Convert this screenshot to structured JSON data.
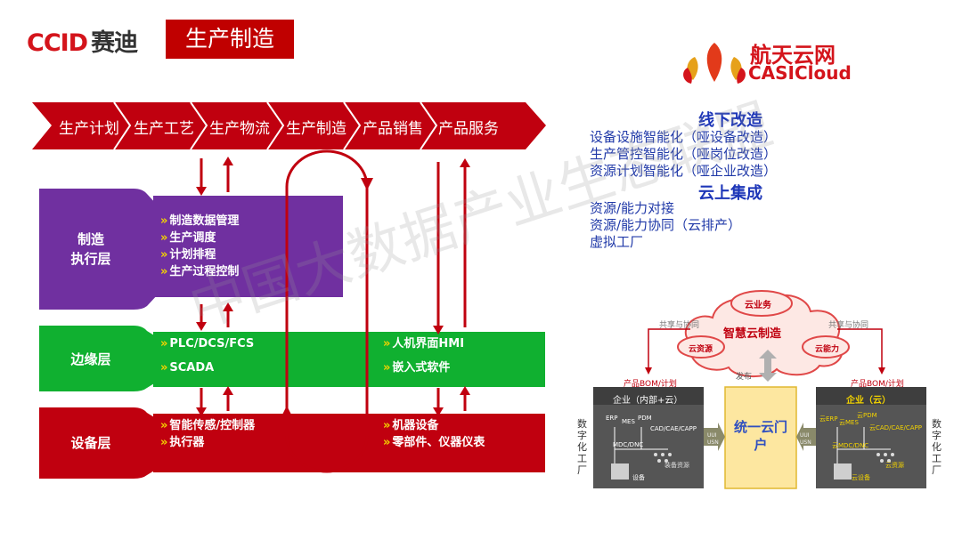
{
  "header": {
    "logo_latin": "CCID",
    "logo_cn": "赛迪",
    "title": "生产制造"
  },
  "casi": {
    "cn": "航天云网",
    "en": "CASICloud"
  },
  "chevrons": [
    "生产计划",
    "生产工艺",
    "生产物流",
    "生产制造",
    "产品销售",
    "产品服务"
  ],
  "layers": {
    "mes": {
      "label_line1": "制造",
      "label_line2": "执行层",
      "items": [
        "制造数据管理",
        "生产调度",
        "计划排程",
        "生产过程控制"
      ]
    },
    "edge": {
      "label": "边缘层",
      "left_items": [
        "PLC/DCS/FCS",
        "SCADA"
      ],
      "right_items": [
        "人机界面HMI",
        "嵌入式软件"
      ]
    },
    "device": {
      "label": "设备层",
      "left_items": [
        "智能传感/控制器",
        "执行器"
      ],
      "right_items": [
        "机器设备",
        "零部件、仪器仪表"
      ]
    }
  },
  "bullet": "»",
  "right_text": {
    "heading1": "线下改造",
    "lines1": [
      "设备设施智能化（哑设备改造）",
      "生产管控智能化（哑岗位改造）",
      "资源计划智能化（哑企业改造）"
    ],
    "heading2": "云上集成",
    "lines2": [
      "资源/能力对接",
      "资源/能力协同（云排产）",
      "虚拟工厂"
    ]
  },
  "cloud_diagram": {
    "cloud_top": "云业务",
    "cloud_main": "智慧云制造",
    "cloud_left": "云资源",
    "cloud_right": "云能力",
    "share_left": "共享与协同",
    "share_right": "共享与协同",
    "publish": "发布",
    "bom_left": "产品BOM/计划",
    "bom_right": "产品BOM/计划",
    "box_left_title": "企业（内部+云）",
    "box_right_title": "企业（云）",
    "portal": "统一云门户",
    "side_left": "数字化工厂",
    "side_right": "数字化工厂",
    "left_nodes": [
      "ERP",
      "MES",
      "PDM",
      "CAD/CAE/CAPP",
      "MDC/DNC",
      "设备",
      "装备资源"
    ],
    "right_nodes": [
      "云ERP",
      "云MES",
      "云PDM",
      "云CAD/CAE/CAPP",
      "云MDC/DNC",
      "云资源",
      "云设备"
    ],
    "arrow_tags": [
      "UUI",
      "USN",
      "UUI",
      "USN"
    ]
  },
  "watermark": "中国大数据产业生态联盟",
  "colors": {
    "red": "#c0000f",
    "purple": "#7030a0",
    "green": "#10b030",
    "blue": "#2039a8",
    "yellow": "#f2d200"
  }
}
